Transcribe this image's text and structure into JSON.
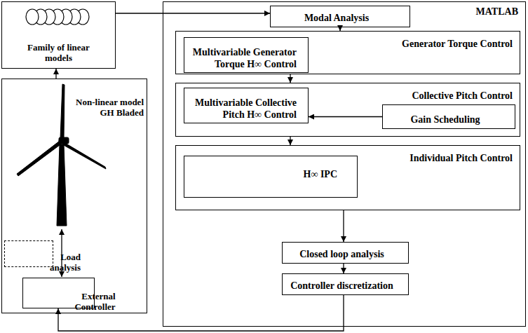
{
  "diagram": {
    "nodes": [
      {
        "text": [
          "Family of linear models"
        ]
      },
      {
        "text": [
          "Non-linear model GH Bladed"
        ]
      },
      {
        "text": [
          "Load analysis"
        ],
        "in": 1
      },
      {
        "text": [
          "External Controller"
        ],
        "in": 1
      },
      {
        "text": [
          "MATLAB"
        ]
      },
      {
        "text": [
          "Modal Analysis"
        ],
        "in": 4
      },
      {
        "text": [
          "Generator Torque Control"
        ],
        "in": 4
      },
      {
        "text": [
          "Multivariable Generator Torque H∞ Control"
        ],
        "in": 6
      },
      {
        "text": [
          "Collective Pitch Control"
        ],
        "in": 4
      },
      {
        "text": [
          "Multivariable Collective Pitch H∞ Control"
        ],
        "in": 8
      },
      {
        "text": [
          "Gain Scheduling"
        ],
        "in": 8
      },
      {
        "text": [
          "Individual Pitch Control"
        ],
        "in": 4
      },
      {
        "text": [
          "H∞ IPC"
        ],
        "in": 11
      },
      {
        "text": [
          "Closed loop analysis"
        ],
        "in": 4
      },
      {
        "text": [
          "Controller discretization"
        ],
        "in": 4
      }
    ],
    "edges": [
      {
        "from": 1,
        "to": 0,
        "arrow": "to"
      },
      {
        "from": 0,
        "to": 5,
        "arrow": "to"
      },
      {
        "from": 5,
        "to": 6,
        "arrow": "to"
      },
      {
        "from": 6,
        "to": 8,
        "arrow": "to"
      },
      {
        "from": 10,
        "to": 9,
        "arrow": "to"
      },
      {
        "from": 8,
        "to": 11,
        "arrow": "to"
      },
      {
        "from": 11,
        "to": 13,
        "arrow": "to"
      },
      {
        "from": 13,
        "to": 14,
        "arrow": "to"
      },
      {
        "from": 14,
        "to": 3,
        "arrow": "to"
      }
    ]
  }
}
